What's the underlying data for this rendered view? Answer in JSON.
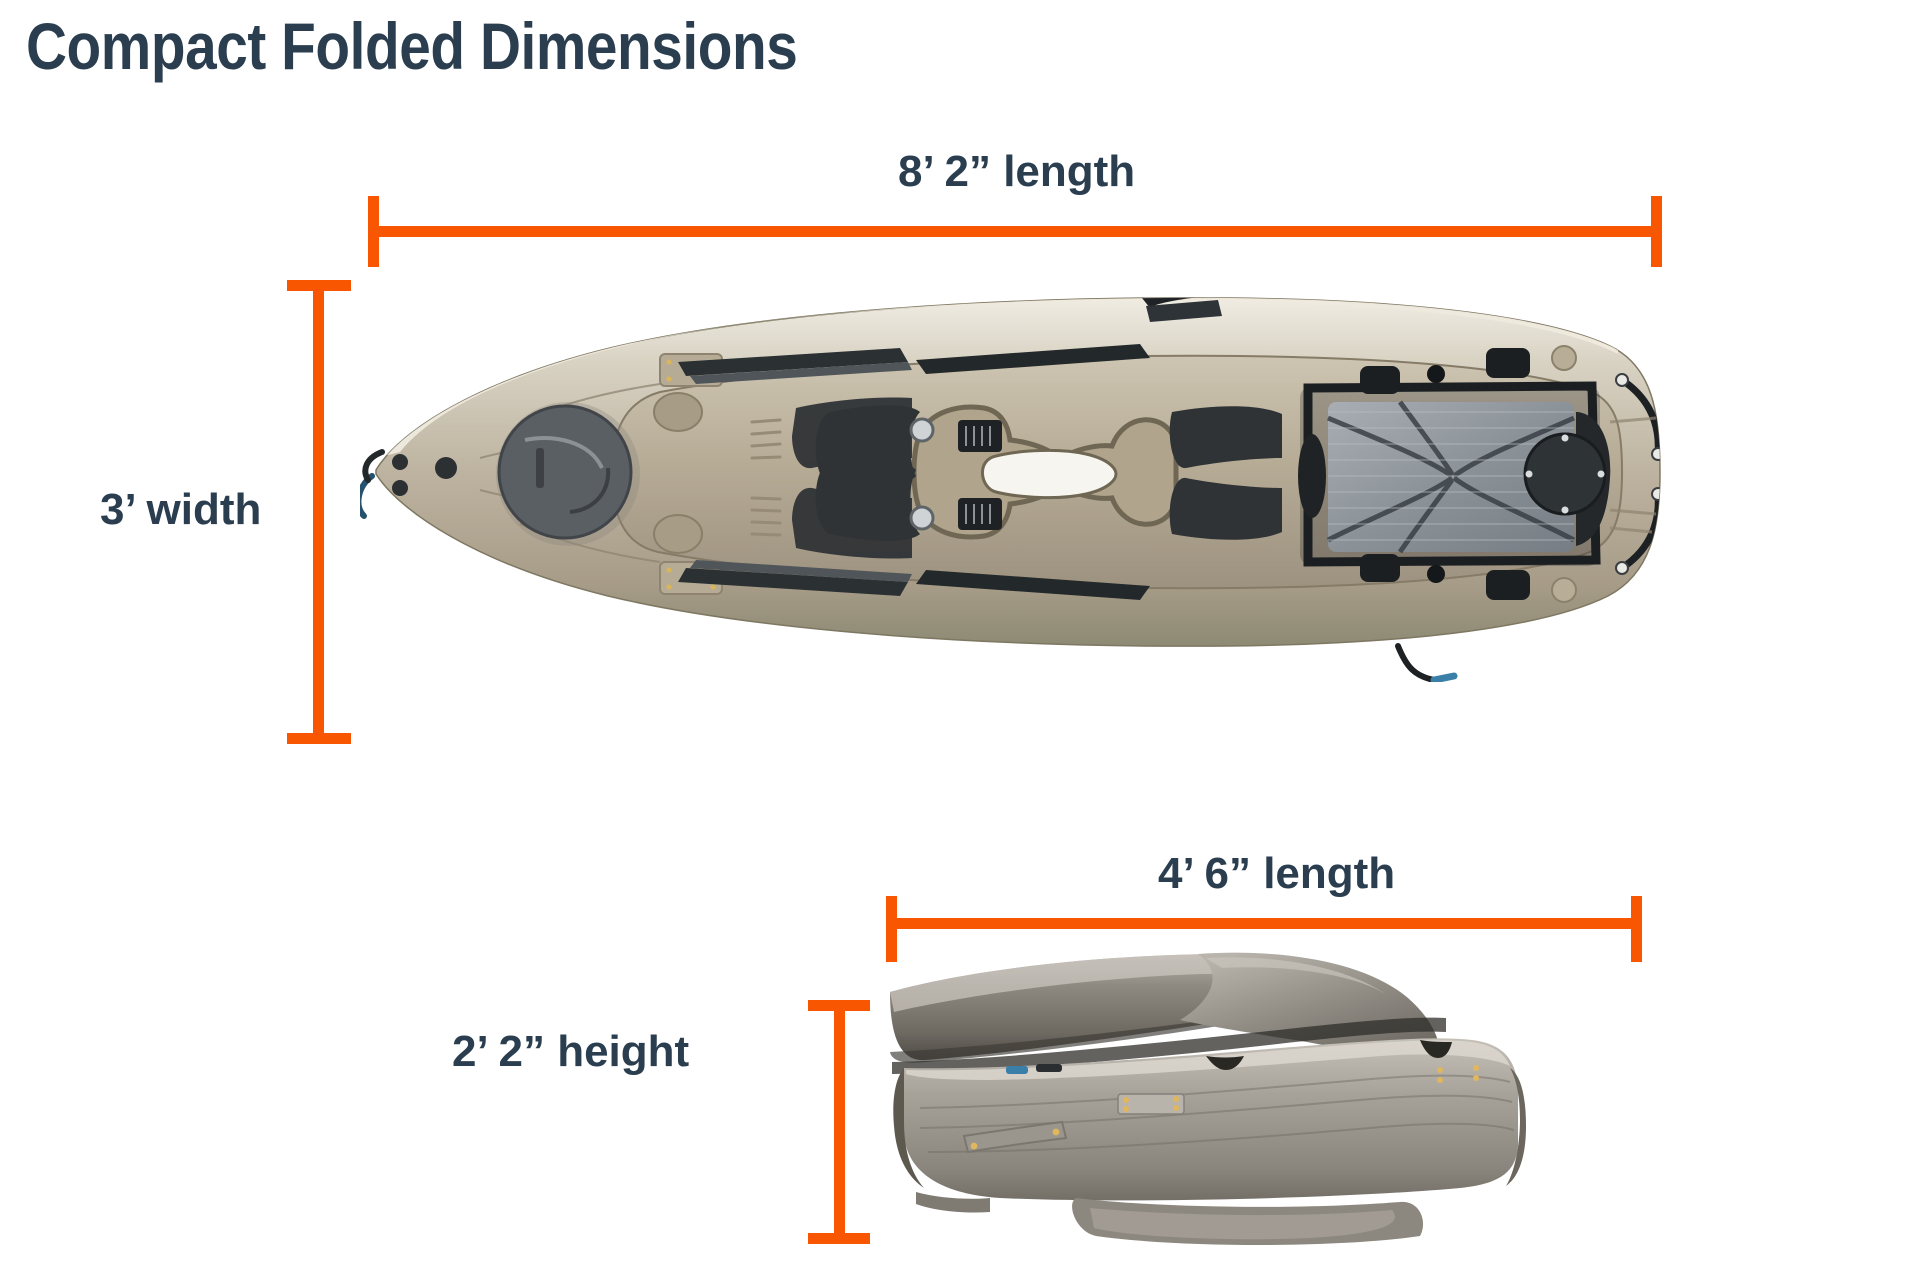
{
  "page": {
    "title": "Compact Folded Dimensions",
    "background_color": "#ffffff"
  },
  "colors": {
    "text_navy": "#2b3e50",
    "dimension_orange": "#f95601",
    "hull_tan": "#b3a792",
    "hull_light": "#d8d2c4",
    "deck_pad_dark": "#2f3336",
    "seat_gray": "#8d949b",
    "folded_gray": "#8f8b82"
  },
  "dimensions": {
    "unfolded_length": {
      "label": "8’ 2” length",
      "value": "8’ 2”",
      "name": "length"
    },
    "unfolded_width": {
      "label": "3’ width",
      "value": "3’",
      "name": "width"
    },
    "folded_length": {
      "label": "4’ 6” length",
      "value": "4’ 6”",
      "name": "length"
    },
    "folded_height": {
      "label": "2’ 2” height",
      "value": "2’ 2”",
      "name": "height"
    }
  },
  "figures": {
    "top_view": {
      "name": "kayak-top-view",
      "caption": ""
    },
    "folded_view": {
      "name": "kayak-folded-side-view",
      "caption": ""
    }
  }
}
